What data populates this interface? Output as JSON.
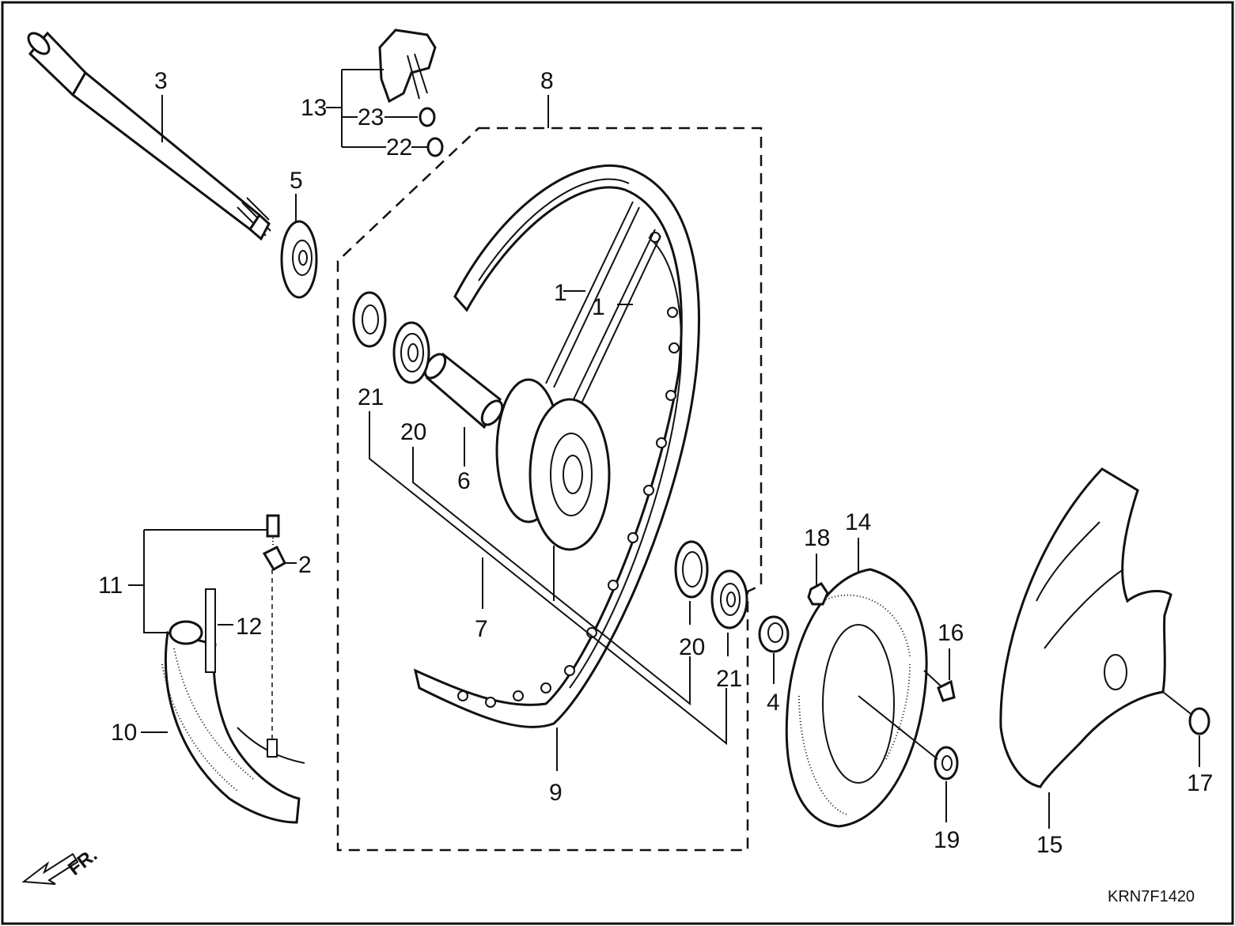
{
  "diagram": {
    "part_numbers": {
      "p1a": "1",
      "p1b": "1",
      "p2": "2",
      "p3": "3",
      "p4": "4",
      "p5": "5",
      "p6": "6",
      "p7": "7",
      "p8": "8",
      "p9": "9",
      "p10": "10",
      "p11": "11",
      "p12": "12",
      "p13": "13",
      "p14": "14",
      "p15": "15",
      "p16": "16",
      "p17": "17",
      "p18": "18",
      "p19": "19",
      "p20a": "20",
      "p20b": "20",
      "p21a": "21",
      "p21b": "21",
      "p22": "22",
      "p23": "23"
    },
    "front_indicator": "FR.",
    "diagram_code": "KRN7F1420"
  }
}
